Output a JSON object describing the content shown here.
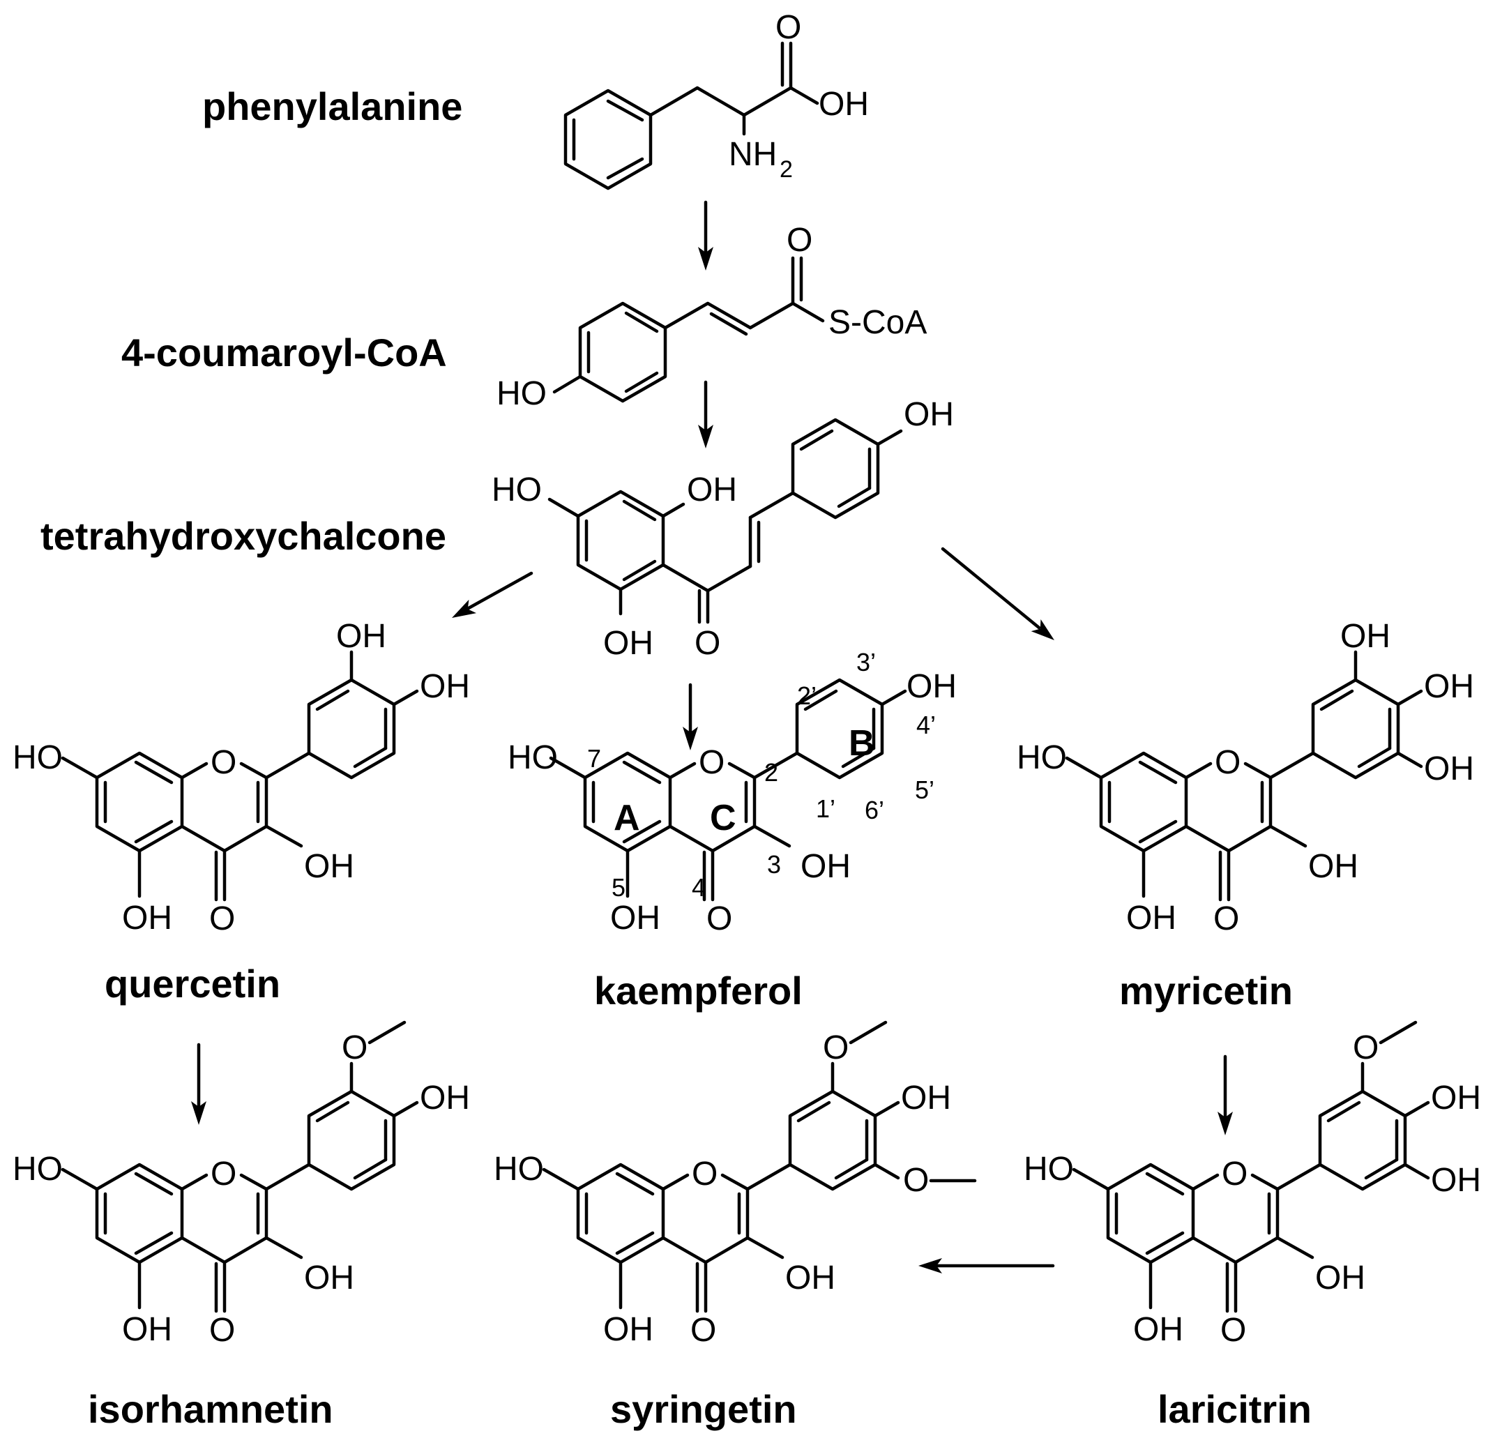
{
  "compounds": {
    "phenylalanine": "phenylalanine",
    "coumaroyl_coa": "4-coumaroyl-CoA",
    "chalcone": "tetrahydroxychalcone",
    "quercetin": "quercetin",
    "kaempferol": "kaempferol",
    "myricetin": "myricetin",
    "isorhamnetin": "isorhamnetin",
    "syringetin": "syringetin",
    "laricitrin": "laricitrin"
  },
  "atoms": {
    "oxygen": "O",
    "hydroxyl": "OH",
    "hydroxyl_left": "HO",
    "amine": "NH",
    "amine_subscript": "2",
    "thioester": "S-CoA"
  },
  "ring_labels": [
    "A",
    "B",
    "C"
  ],
  "positions": [
    "2",
    "3",
    "4",
    "5",
    "7",
    "1’",
    "2’",
    "3’",
    "4’",
    "5’",
    "6’"
  ]
}
